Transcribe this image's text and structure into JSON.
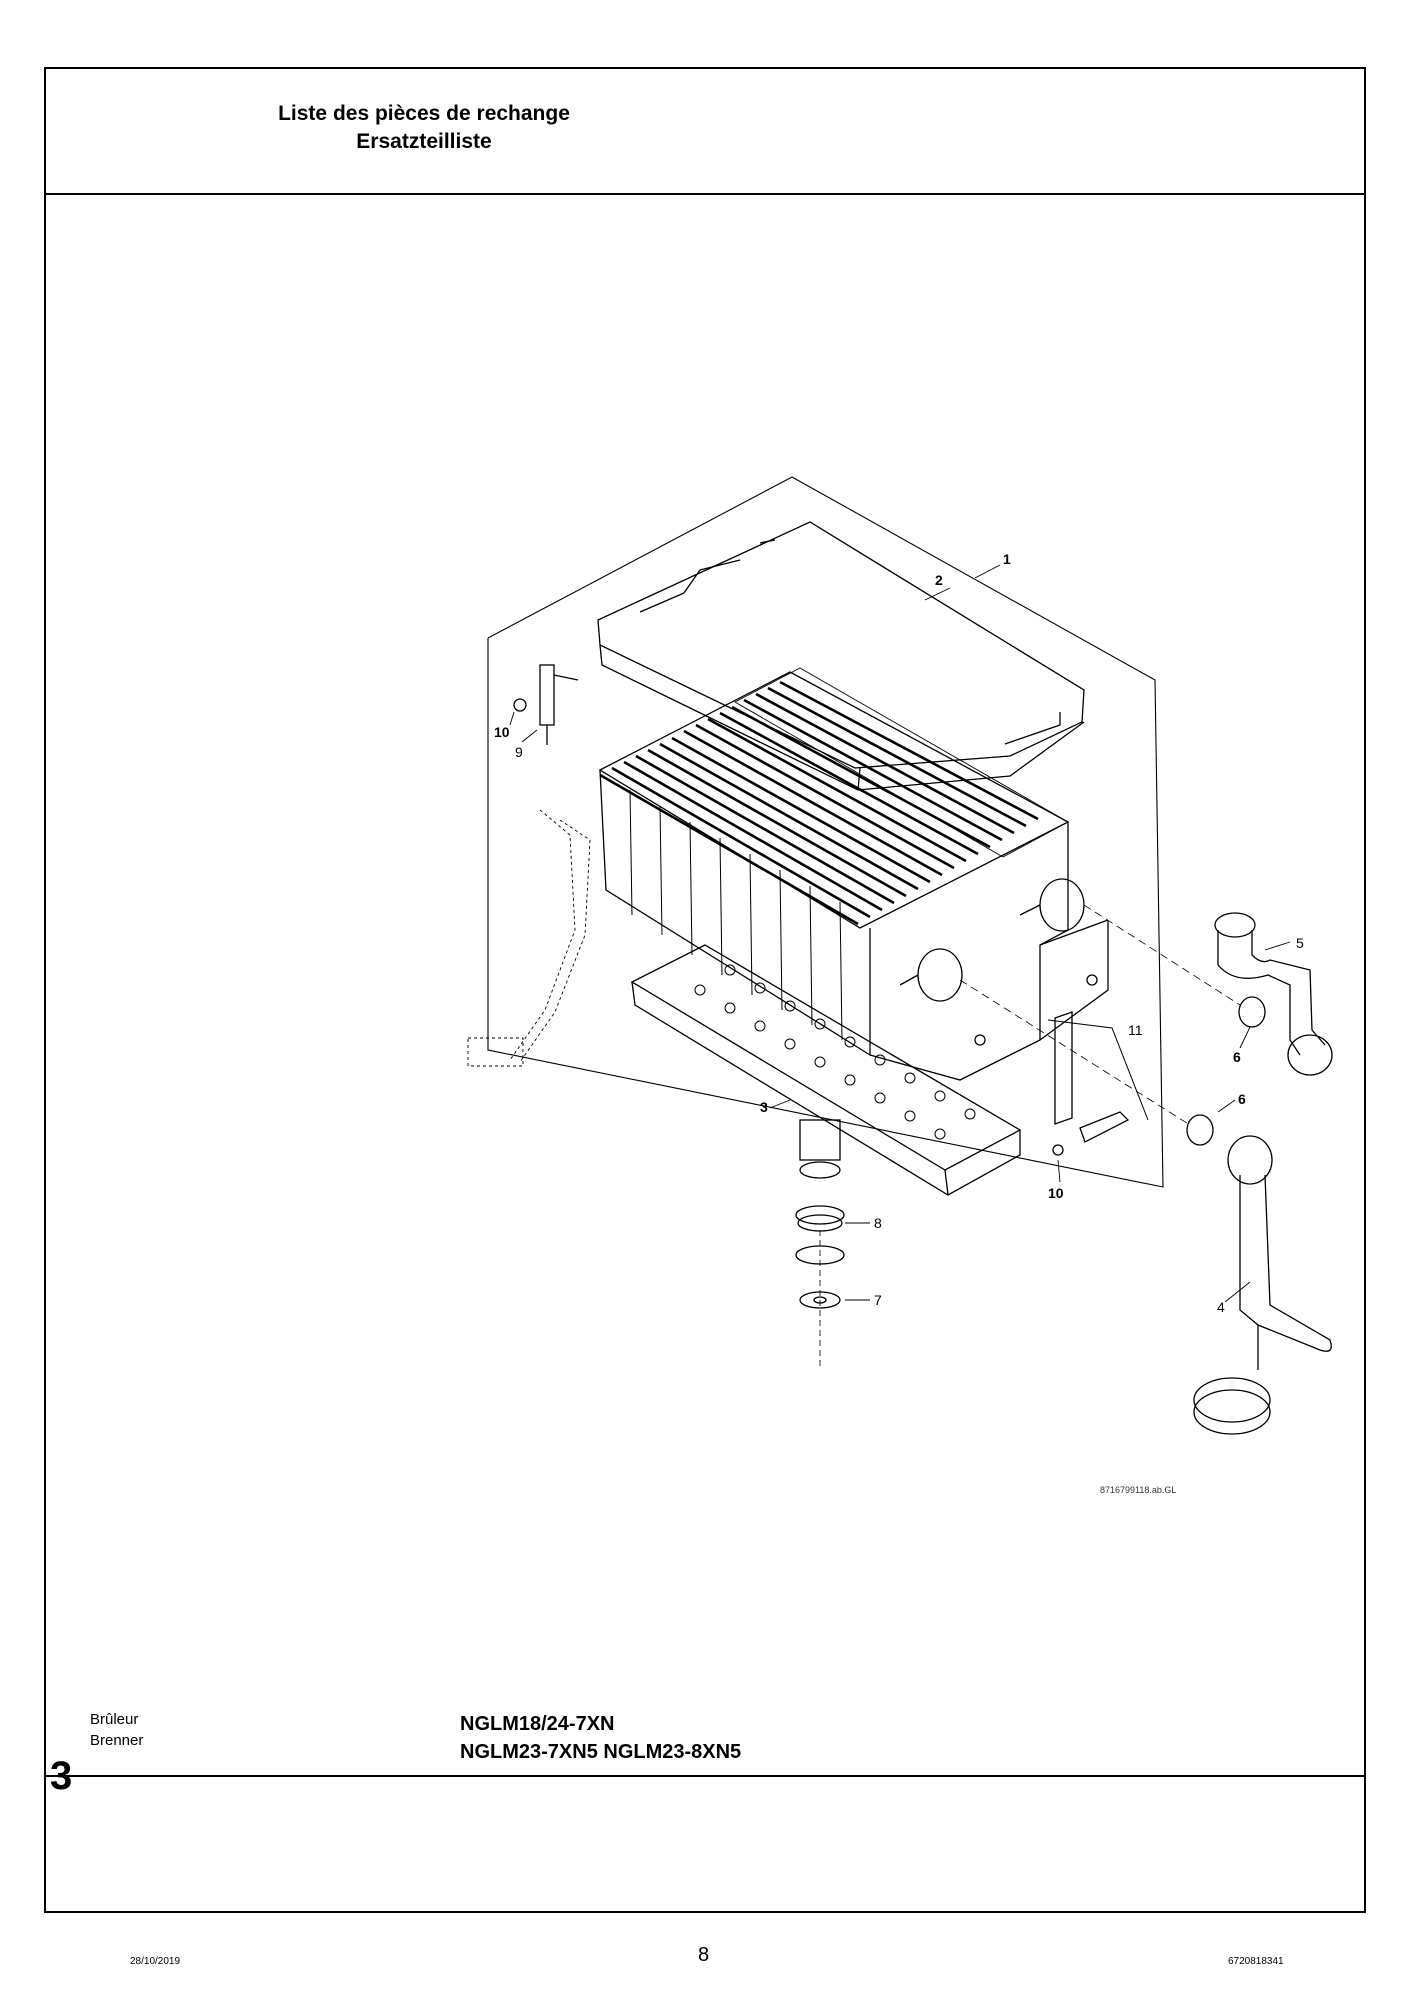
{
  "header": {
    "title_fr": "Liste des pièces de rechange",
    "title_de": "Ersatzteilliste"
  },
  "drawing": {
    "reference": "8716799118.ab.GL",
    "callouts": [
      "1",
      "2",
      "3",
      "4",
      "5",
      "6",
      "6",
      "7",
      "8",
      "9",
      "10",
      "10",
      "11"
    ]
  },
  "section": {
    "name_fr": "Brûleur",
    "name_de": "Brenner",
    "number": "3"
  },
  "models": {
    "line1": "NGLM18/24-7XN",
    "line2": "NGLM23-7XN5  NGLM23-8XN5"
  },
  "footer": {
    "date": "28/10/2019",
    "page": "8",
    "doc_number": "6720818341"
  }
}
